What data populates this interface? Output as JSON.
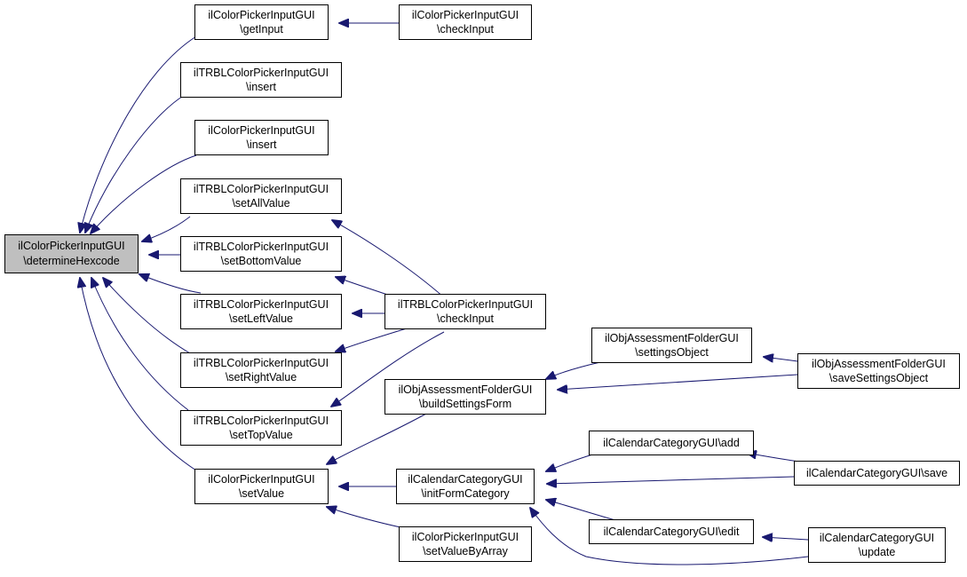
{
  "nodes": {
    "root": {
      "line1": "ilColorPickerInputGUI",
      "line2": "\\determineHexcode"
    },
    "cp_getInput": {
      "line1": "ilColorPickerInputGUI",
      "line2": "\\getInput"
    },
    "cp_checkInput": {
      "line1": "ilColorPickerInputGUI",
      "line2": "\\checkInput"
    },
    "trbl_insert": {
      "line1": "ilTRBLColorPickerInputGUI",
      "line2": "\\insert"
    },
    "cp_insert": {
      "line1": "ilColorPickerInputGUI",
      "line2": "\\insert"
    },
    "trbl_setAllValue": {
      "line1": "ilTRBLColorPickerInputGUI",
      "line2": "\\setAllValue"
    },
    "trbl_setBottomValue": {
      "line1": "ilTRBLColorPickerInputGUI",
      "line2": "\\setBottomValue"
    },
    "trbl_setLeftValue": {
      "line1": "ilTRBLColorPickerInputGUI",
      "line2": "\\setLeftValue"
    },
    "trbl_setRightValue": {
      "line1": "ilTRBLColorPickerInputGUI",
      "line2": "\\setRightValue"
    },
    "trbl_setTopValue": {
      "line1": "ilTRBLColorPickerInputGUI",
      "line2": "\\setTopValue"
    },
    "cp_setValue": {
      "line1": "ilColorPickerInputGUI",
      "line2": "\\setValue"
    },
    "trbl_checkInput": {
      "line1": "ilTRBLColorPickerInputGUI",
      "line2": "\\checkInput"
    },
    "oaf_buildSettingsForm": {
      "line1": "ilObjAssessmentFolderGUI",
      "line2": "\\buildSettingsForm"
    },
    "oaf_settingsObject": {
      "line1": "ilObjAssessmentFolderGUI",
      "line2": "\\settingsObject"
    },
    "oaf_saveSettingsObject": {
      "line1": "ilObjAssessmentFolderGUI",
      "line2": "\\saveSettingsObject"
    },
    "cal_initFormCategory": {
      "line1": "ilCalendarCategoryGUI",
      "line2": "\\initFormCategory"
    },
    "cal_add": {
      "line1": "ilCalendarCategoryGUI\\add"
    },
    "cal_save": {
      "line1": "ilCalendarCategoryGUI\\save"
    },
    "cal_edit": {
      "line1": "ilCalendarCategoryGUI\\edit"
    },
    "cal_update": {
      "line1": "ilCalendarCategoryGUI",
      "line2": "\\update"
    },
    "cp_setValueByArray": {
      "line1": "ilColorPickerInputGUI",
      "line2": "\\setValueByArray"
    }
  },
  "colors": {
    "edge": "#191970",
    "node_border": "#000000",
    "root_fill": "#bfbfbf",
    "node_fill": "#ffffff"
  }
}
